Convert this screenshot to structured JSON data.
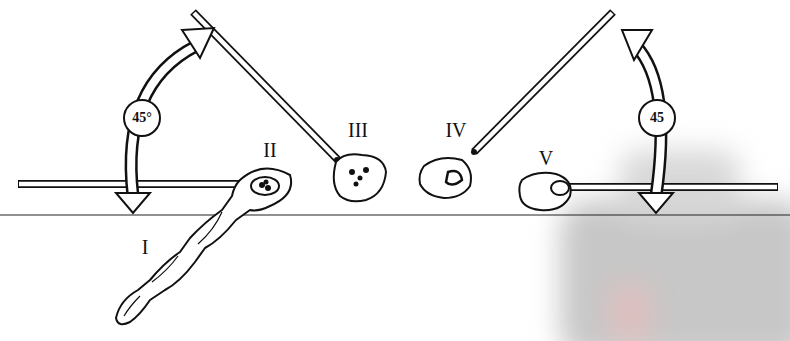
{
  "diagram": {
    "nodes": [
      {
        "text": [
          "45°"
        ]
      },
      {
        "text": [
          "45"
        ]
      }
    ],
    "labels": [
      "I",
      "II",
      "III",
      "IV",
      "V"
    ]
  }
}
